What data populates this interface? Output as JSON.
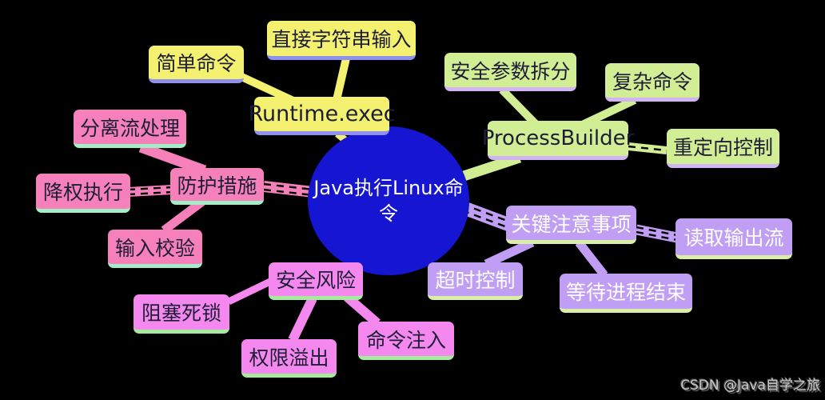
{
  "colors": {
    "bg": "#000000",
    "center-blue": "#1515d2",
    "yellow": "#f5f170",
    "yellow-u": "#9090f0",
    "green": "#d2ee94",
    "green-u": "#d0b4f4",
    "pink": "#f580ba",
    "pink-u": "#a5ecc8",
    "violet": "#f588ef",
    "violet-u": "#a5eb9e",
    "purple": "#c09ef4",
    "purple-u": "#d9eea6",
    "ink": "#1d1d35",
    "light-text": "#ffffff"
  },
  "center": {
    "label": "Java执行Linux命令"
  },
  "branches": {
    "runtime": {
      "label": "Runtime.exec",
      "children": {
        "simple_command": {
          "label": "简单命令"
        },
        "direct_string_input": {
          "label": "直接字符串输入"
        }
      }
    },
    "process_builder": {
      "label": "ProcessBuilder",
      "children": {
        "safe_param_split": {
          "label": "安全参数拆分"
        },
        "complex_command": {
          "label": "复杂命令"
        },
        "redirect_control": {
          "label": "重定向控制"
        }
      }
    },
    "protection": {
      "label": "防护措施",
      "children": {
        "separate_stream": {
          "label": "分离流处理"
        },
        "privilege_drop": {
          "label": "降权执行"
        },
        "input_validation": {
          "label": "输入校验"
        }
      }
    },
    "risks": {
      "label": "安全风险",
      "children": {
        "block_deadlock": {
          "label": "阻塞死锁"
        },
        "permission_overflow": {
          "label": "权限溢出"
        },
        "command_injection": {
          "label": "命令注入"
        }
      }
    },
    "key_notes": {
      "label": "关键注意事项",
      "children": {
        "timeout_control": {
          "label": "超时控制"
        },
        "read_output_stream": {
          "label": "读取输出流"
        },
        "wait_process_end": {
          "label": "等待进程结束"
        }
      }
    }
  },
  "watermark": {
    "text": "CSDN @Java自学之旅"
  }
}
